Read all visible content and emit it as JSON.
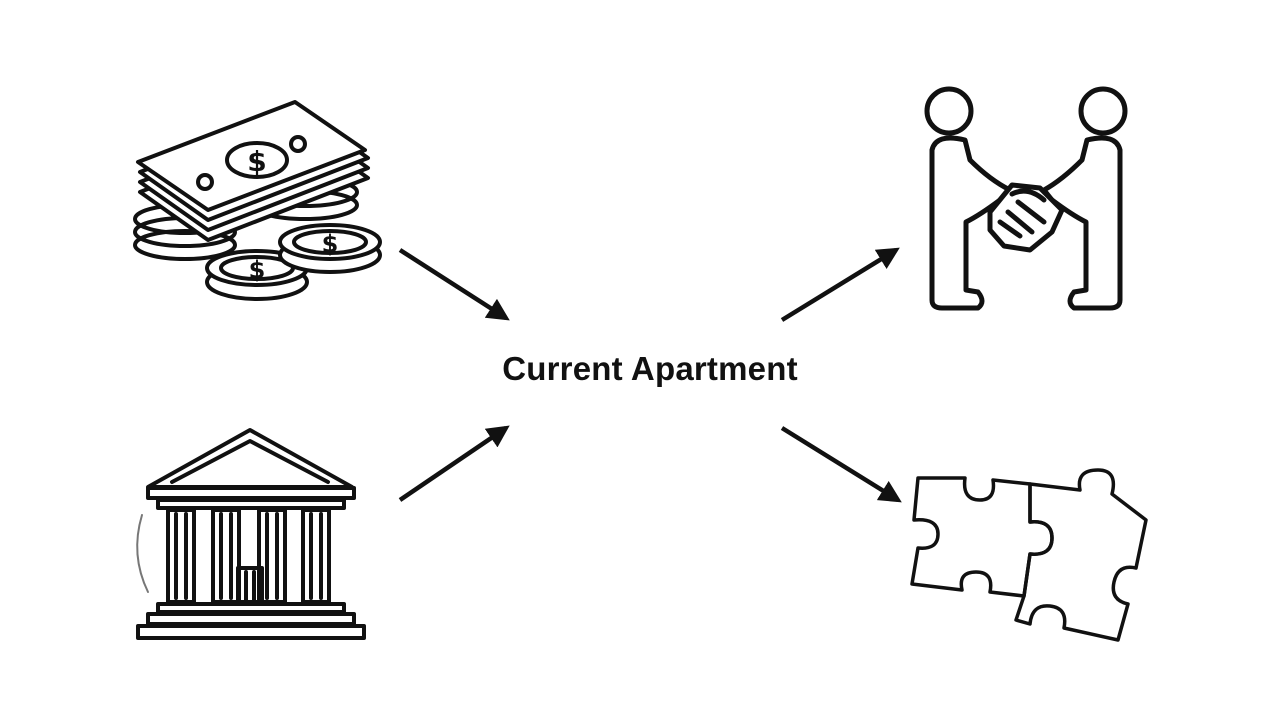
{
  "diagram": {
    "center_label": "Current Apartment",
    "nodes": [
      {
        "id": "money",
        "icon": "money-stack-icon"
      },
      {
        "id": "bank",
        "icon": "bank-building-icon"
      },
      {
        "id": "handshake",
        "icon": "handshake-icon"
      },
      {
        "id": "puzzle",
        "icon": "puzzle-pieces-icon"
      }
    ],
    "edges": [
      {
        "from": "money",
        "to": "center"
      },
      {
        "from": "bank",
        "to": "center"
      },
      {
        "from": "center",
        "to": "handshake"
      },
      {
        "from": "center",
        "to": "puzzle"
      }
    ],
    "colors": {
      "ink": "#111111",
      "background": "#ffffff"
    }
  }
}
